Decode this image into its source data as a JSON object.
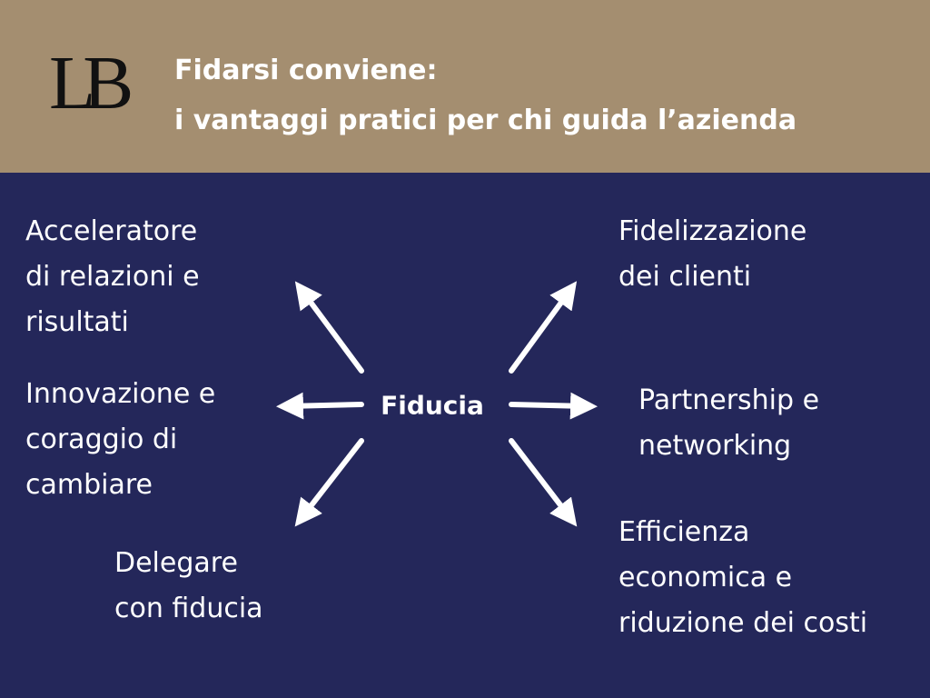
{
  "header": {
    "logo": "LB",
    "title_lines": [
      "Fidarsi conviene:",
      "i vantaggi pratici per chi guida l’azienda"
    ]
  },
  "diagram": {
    "center": "Fiducia",
    "nodes": [
      {
        "id": "accelerator",
        "lines": [
          "Acceleratore",
          "di relazioni e",
          "risultati"
        ]
      },
      {
        "id": "innovation",
        "lines": [
          "Innovazione e",
          "coraggio di",
          "cambiare"
        ]
      },
      {
        "id": "delegate",
        "lines": [
          "Delegare",
          "con fiducia"
        ]
      },
      {
        "id": "loyalty",
        "lines": [
          "Fidelizzazione",
          "dei clienti"
        ]
      },
      {
        "id": "partnership",
        "lines": [
          "Partnership e",
          "networking"
        ]
      },
      {
        "id": "efficiency",
        "lines": [
          "Efficienza",
          "economica e",
          "riduzione dei costi"
        ]
      }
    ]
  },
  "colors": {
    "header": "#a48e70",
    "background": "#24275a",
    "text": "#ffffff"
  }
}
